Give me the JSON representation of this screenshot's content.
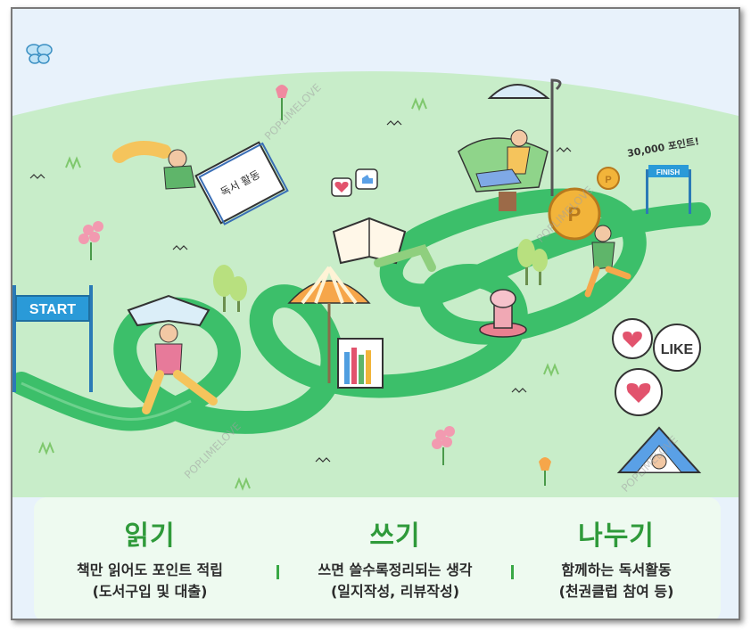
{
  "scene": {
    "start_label": "START",
    "finish_label": "FINISH",
    "points_label": "30,000 포인트!",
    "like_label": "LIKE",
    "notebook_text": "독서 활동",
    "watermark": "POPLIMELOVE"
  },
  "columns": [
    {
      "title": "읽기",
      "line1": "책만 읽어도 포인트 적립",
      "line2": "(도서구입 및 대출)"
    },
    {
      "title": "쓰기",
      "line1": "쓰면 쓸수록정리되는 생각",
      "line2": "(일지작성, 리뷰작성)"
    },
    {
      "title": "나누기",
      "line1": "함께하는 독서활동",
      "line2": "(천권클럽 참여 등)"
    }
  ],
  "colors": {
    "sky": "#e8f2fb",
    "grass": "#c4ecc6",
    "path": "#3cbf6a",
    "accent_green": "#2f9a3a",
    "panel": "#eefaf0"
  }
}
